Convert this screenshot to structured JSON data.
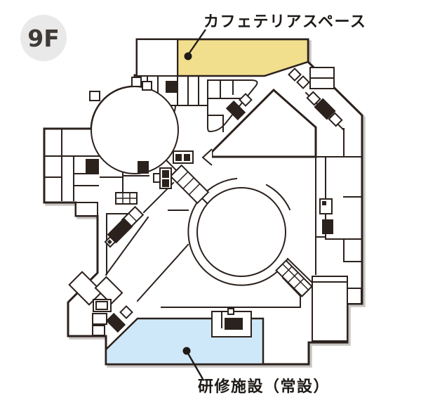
{
  "floor_badge": {
    "label": "9F"
  },
  "annotations": {
    "cafeteria": {
      "label": "カフェテリアスペース",
      "area_fill": "#f2df8e"
    },
    "training": {
      "label": "研修施設（常設）",
      "area_fill": "#cfe8f9"
    }
  },
  "colors": {
    "badge_fill": "#e9e9ea",
    "wall": "#2b211d",
    "outline_shadow": "#c9c5c2",
    "label_text": "#1e1a17"
  }
}
